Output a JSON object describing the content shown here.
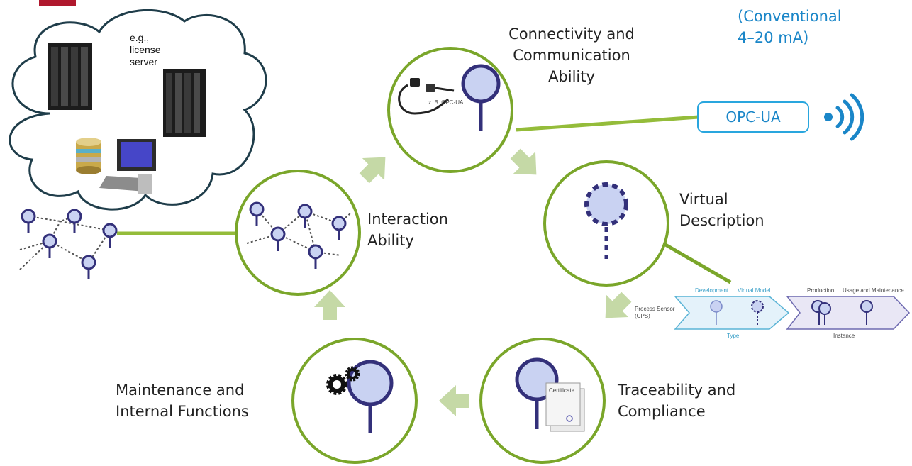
{
  "accent_colors": {
    "circle_outline": "#7aa62a",
    "arrow": "#c5d9a6",
    "node": "#33307a",
    "node_fill": "#c9d2f2",
    "label_blue": "#1a86c8",
    "opc_border": "#29a6de",
    "top_bar": "#b0182e"
  },
  "cloud": {
    "note_lines": [
      "e.g.,",
      "license",
      "server"
    ],
    "icons": [
      "server-rack-icon",
      "server-rack-icon",
      "database-icon",
      "computer-icon"
    ]
  },
  "conventional_lines": [
    "(Conventional",
    "4–20 mA)"
  ],
  "opc_label": "OPC-UA",
  "cycle": {
    "connectivity": {
      "label_lines": [
        "Connectivity and",
        "Communication",
        "Ability"
      ],
      "plug_caption": "z. B. OPC-UA"
    },
    "virtual": {
      "label_lines": [
        "Virtual",
        "Description"
      ]
    },
    "traceability": {
      "label_lines": [
        "Traceability and",
        "Compliance"
      ],
      "certificate_text": "Certificate"
    },
    "maintenance": {
      "label_lines": [
        "Maintenance and",
        "Internal Functions"
      ]
    },
    "interaction": {
      "label_lines": [
        "Interaction",
        "Ability"
      ]
    }
  },
  "lifecycle": {
    "process_sensor": [
      "Process Sensor",
      "(CPS)"
    ],
    "type_phases": [
      "Development",
      "Virtual Model"
    ],
    "type_label": "Type",
    "instance_phases": [
      "Production",
      "Usage and Maintenance"
    ],
    "instance_label": "Instance"
  }
}
